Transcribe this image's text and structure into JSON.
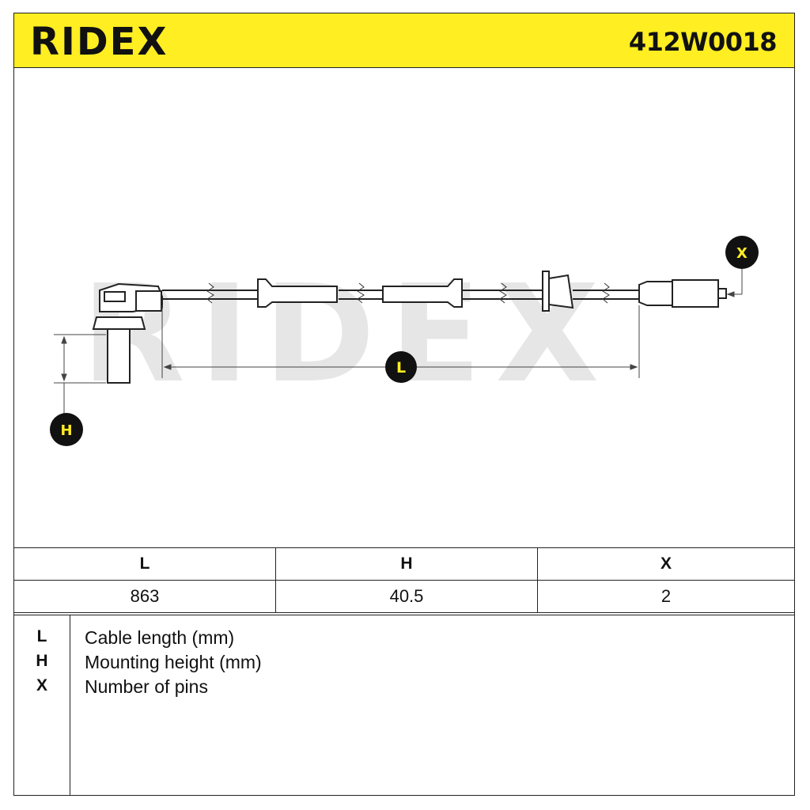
{
  "header": {
    "brand": "RIDEX",
    "part_number": "412W0018",
    "accent_color": "#ffee22"
  },
  "drawing": {
    "watermark": "RIDEX",
    "markers": {
      "length": "L",
      "height": "H",
      "pins": "X"
    }
  },
  "spec_table": {
    "headers": [
      "L",
      "H",
      "X"
    ],
    "values": [
      "863",
      "40.5",
      "2"
    ]
  },
  "legend": [
    {
      "key": "L",
      "description": "Cable length (mm)"
    },
    {
      "key": "H",
      "description": "Mounting height (mm)"
    },
    {
      "key": "X",
      "description": "Number of pins"
    }
  ]
}
